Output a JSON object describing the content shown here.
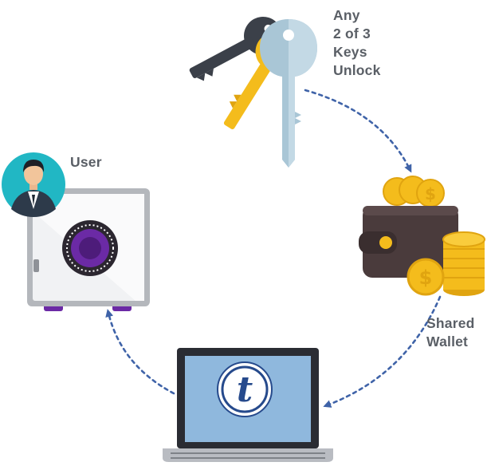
{
  "labels": {
    "keys": [
      "Any",
      "2 of 3",
      "Keys",
      "Unlock"
    ],
    "user": "User",
    "wallet": [
      "Shared",
      "Wallet"
    ]
  },
  "logo_letter": "t",
  "colors": {
    "arrow": "#3f63a8",
    "label_text": "#5a5f66",
    "gold": "#f4bc1c",
    "gold_dark": "#e0a410",
    "key_dark": "#3b4049",
    "key_light": "#a9c6d6",
    "safe_purple": "#6b2aa5",
    "wallet_brown": "#4a3b3c",
    "screen_blue": "#8fb8dd",
    "logo_blue": "#264a8c",
    "avatar_teal": "#21b7c4"
  },
  "icons": [
    "key-icon",
    "wallet-icon",
    "coin-stack-icon",
    "laptop-icon",
    "safe-icon",
    "user-avatar-icon"
  ]
}
